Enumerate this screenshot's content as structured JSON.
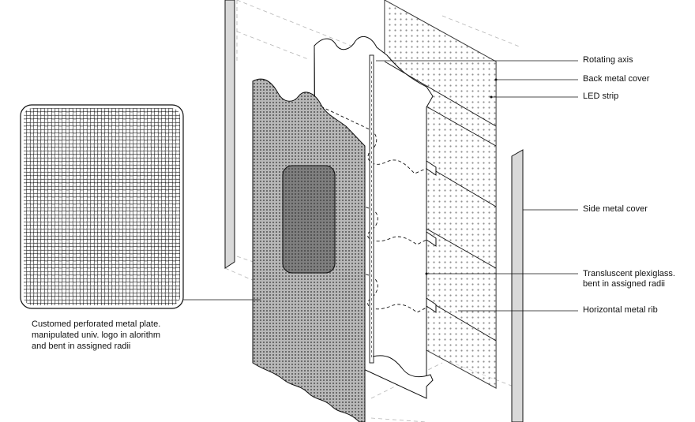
{
  "labels": {
    "rotating_axis": "Rotating axis",
    "back_metal_cover": "Back metal cover",
    "led_strip": "LED strip",
    "side_metal_cover": "Side metal cover",
    "plexiglass_line1": "Transluscent plexiglass.",
    "plexiglass_line2": "bent in assigned radii",
    "horizontal_rib": "Horizontal metal rib"
  },
  "caption": {
    "line1": "Customed perforated metal plate.",
    "line2": "manipulated univ. logo in alorithm",
    "line3": "and bent in assigned radii"
  },
  "colors": {
    "line": "#111111",
    "panel_grey": "#d9d9d9",
    "perforated_fill": "#9a9a9a",
    "guide_dash": "#b0b0b0"
  }
}
